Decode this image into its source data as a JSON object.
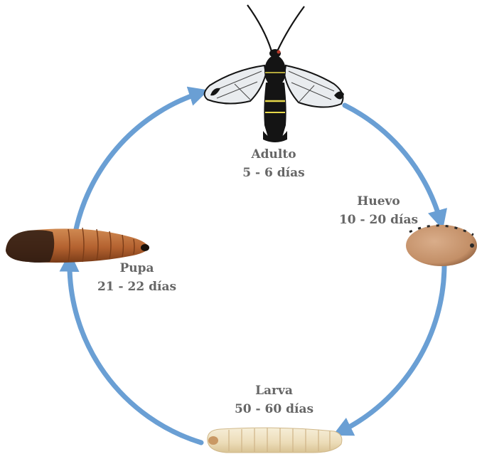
{
  "stages": {
    "adult": {
      "name": "Adulto",
      "duration": "5 - 6 días"
    },
    "egg": {
      "name": "Huevo",
      "duration": "10 - 20 días"
    },
    "larva": {
      "name": "Larva",
      "duration": "50 - 60 días"
    },
    "pupa": {
      "name": "Pupa",
      "duration": "21 - 22 días"
    }
  },
  "colors": {
    "arrow": "#6a9fd4",
    "label": "#666666",
    "moth_body": "#141414",
    "moth_band": "#e6d84a",
    "egg": "#c99a74",
    "larva": "#efe3c4",
    "pupa": "#b86a36"
  }
}
